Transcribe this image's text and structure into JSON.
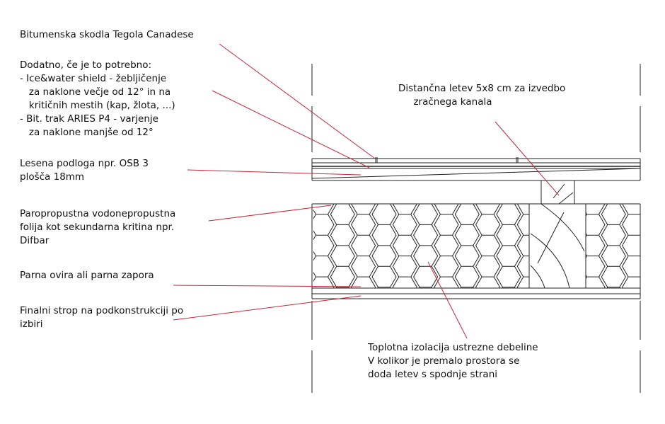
{
  "labels": {
    "shingle": "Bitumenska skodla Tegola Canadese",
    "optional": "Dodatno, če je to potrebno:\n- Ice&water shield - žebljičenje\n   za naklone večje od 12° in na\n   kritičnih mestih (kap, žlota, ...)\n- Bit. trak ARIES P4 - varjenje\n   za naklone manjše od 12°",
    "osb": "Lesena podloga npr. OSB 3\nplošča 18mm",
    "membrane": "Paropropustna vodonepropustna\nfolija kot sekundarna kritina npr.\nDifbar",
    "vapor": "Parna ovira ali parna zapora",
    "ceiling": "Finalni strop na podkonstrukciji po\nizbiri",
    "batten": "Distančna letev 5x8 cm za izvedbo\n     zračnega kanala",
    "insulation": "Toplotna izolacija ustrezne debeline\nV kolikor je premalo prostora se\ndoda letev s spodnje strani"
  },
  "colors": {
    "leader": "#c8283a",
    "line": "#222222"
  }
}
